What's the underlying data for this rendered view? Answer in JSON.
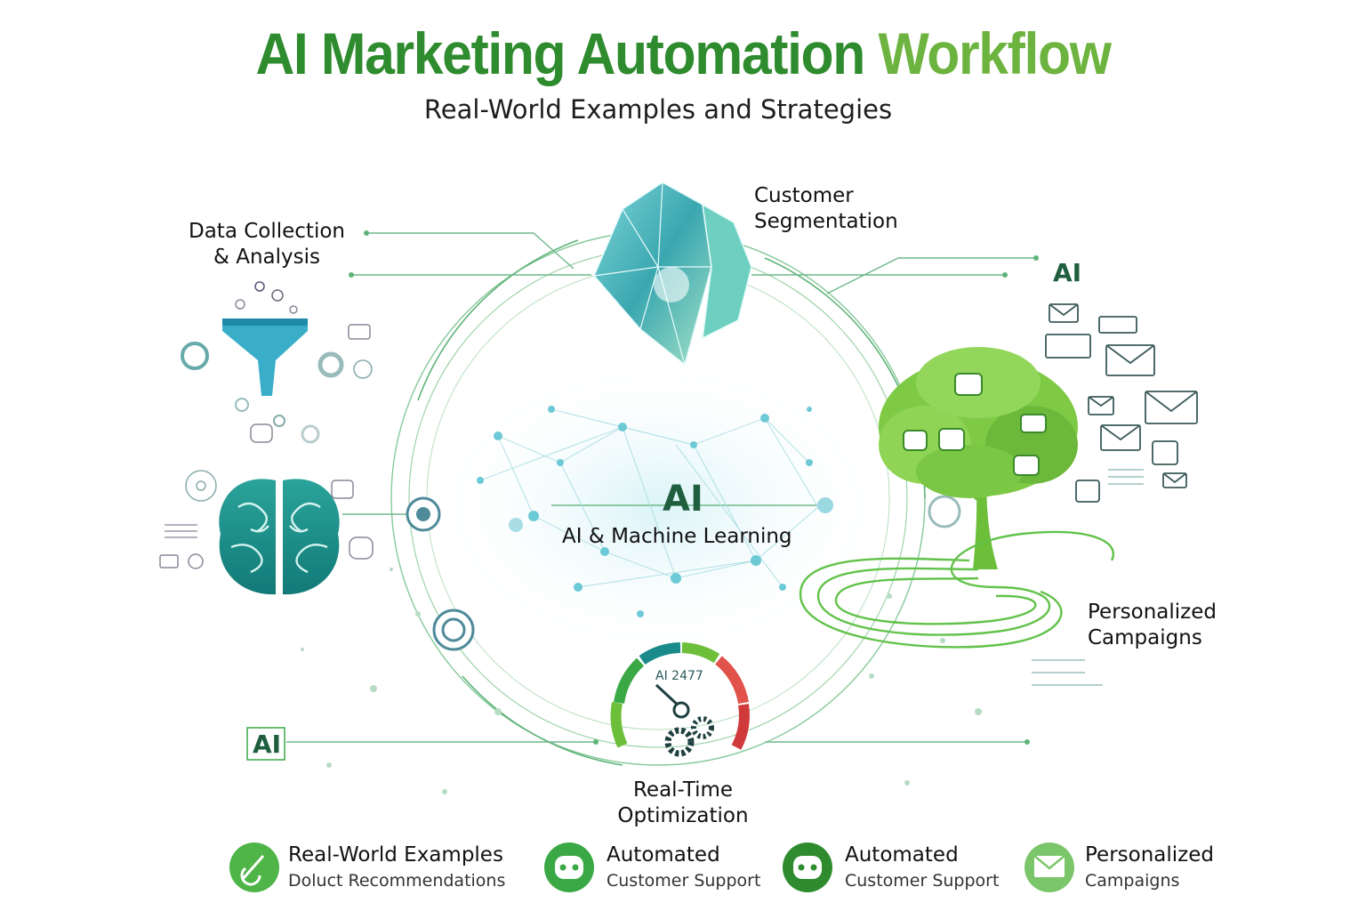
{
  "header": {
    "title_part1": "AI Marketing Automation",
    "title_part2": "Workflow",
    "subtitle": "Real-World Examples and Strategies"
  },
  "labels": {
    "data_collection": [
      "Data Collection",
      "& Analysis"
    ],
    "customer_segmentation": [
      "Customer",
      "Segmentation"
    ],
    "personalized_campaigns": [
      "Personalized",
      "Campaigns"
    ],
    "real_time_optimization": [
      "Real-Time",
      "Optimization"
    ]
  },
  "center": {
    "ai_label": "AI",
    "subtitle": "AI & Machine Learning"
  },
  "tags": {
    "top_right": "AI",
    "bottom_left": "AI"
  },
  "gauge": {
    "label": "AI 2477"
  },
  "bottom_items": [
    {
      "title": "Real-World Examples",
      "subtitle": "Doluct Recommendations",
      "icon": "pencil-check-icon"
    },
    {
      "title": "Automated",
      "subtitle": "Customer Support",
      "icon": "robot-icon"
    },
    {
      "title": "Automated",
      "subtitle": "Customer Support",
      "icon": "robot-icon"
    },
    {
      "title": "Personalized",
      "subtitle": "Campaigns",
      "icon": "envelope-icon"
    }
  ],
  "colors": {
    "title_dark_green": "#2e8b2e",
    "title_light_green": "#6db33f",
    "teal": "#1a8a8a",
    "cyan": "#3ab0c8",
    "tree_green": "#6dbf3a",
    "icon_green": "#3aa845",
    "line_green": "#78c08a"
  }
}
